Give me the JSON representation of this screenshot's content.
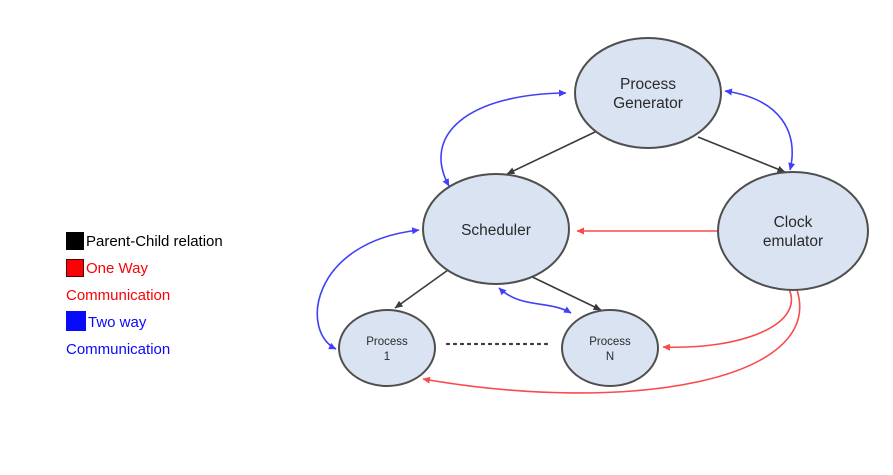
{
  "colors": {
    "edge_black": "#3b3b3b",
    "edge_red": "#fb4a4a",
    "edge_blue": "#4040fb",
    "node_fill": "#d9e3f1",
    "node_border": "#4f4f4f",
    "node_text": "#2a2a2a",
    "dotted": "#3c3c3c",
    "legend_black": "#000000",
    "legend_red": "#fb0207",
    "legend_blue": "#0a0afb"
  },
  "legend": {
    "items": [
      {
        "id": "parent-child",
        "label": "Parent-Child relation"
      },
      {
        "id": "one-way",
        "label": "One Way\nCommunication"
      },
      {
        "id": "two-way",
        "label": "Two way\nCommunication"
      }
    ]
  },
  "diagram": {
    "nodes": {
      "process_generator": {
        "line1": "Process",
        "line2": "Generator"
      },
      "scheduler": {
        "line1": "Scheduler"
      },
      "clock_emulator": {
        "line1": "Clock",
        "line2": "emulator"
      },
      "process_1": {
        "line1": "Process",
        "line2": "1"
      },
      "process_n": {
        "line1": "Process",
        "line2": "N"
      }
    },
    "edges": [
      {
        "from": "Process Generator",
        "to": "Scheduler",
        "type": "parent-child"
      },
      {
        "from": "Process Generator",
        "to": "Clock emulator",
        "type": "parent-child"
      },
      {
        "from": "Scheduler",
        "to": "Process 1",
        "type": "parent-child"
      },
      {
        "from": "Scheduler",
        "to": "Process N",
        "type": "parent-child"
      },
      {
        "from": "Clock emulator",
        "to": "Scheduler",
        "type": "one-way"
      },
      {
        "from": "Clock emulator",
        "to": "Process N",
        "type": "one-way"
      },
      {
        "from": "Clock emulator",
        "to": "Process 1",
        "type": "one-way"
      },
      {
        "from": "Process Generator",
        "to": "Scheduler",
        "type": "two-way"
      },
      {
        "from": "Process Generator",
        "to": "Clock emulator",
        "type": "two-way"
      },
      {
        "from": "Scheduler",
        "to": "Process 1",
        "type": "two-way"
      },
      {
        "from": "Scheduler",
        "to": "Process N",
        "type": "two-way"
      },
      {
        "from": "Process 1",
        "to": "Process N",
        "type": "ellipsis-dots"
      }
    ]
  }
}
